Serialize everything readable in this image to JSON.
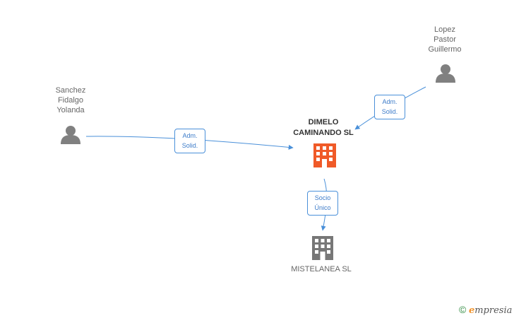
{
  "nodes": {
    "sanchez": {
      "lines": [
        "Sanchez",
        "Fidalgo",
        "Yolanda"
      ]
    },
    "lopez": {
      "lines": [
        "Lopez",
        "Pastor",
        "Guillermo"
      ]
    },
    "dimelo": {
      "lines": [
        "DIMELO",
        "CAMINANDO SL"
      ]
    },
    "mistelanea": {
      "lines": [
        "MISTELANEA SL"
      ]
    }
  },
  "edges": {
    "sanchez_dimelo": {
      "lines": [
        "Adm.",
        "Solid."
      ]
    },
    "lopez_dimelo": {
      "lines": [
        "Adm.",
        "Solid."
      ]
    },
    "dimelo_mistelanea": {
      "lines": [
        "Socio",
        "Único"
      ]
    }
  },
  "brand": {
    "copyright": "©",
    "e": "e",
    "rest": "mpresia"
  },
  "colors": {
    "edge": "#4a90d9",
    "person": "#808080",
    "company_main": "#f05a28",
    "company": "#777777"
  }
}
